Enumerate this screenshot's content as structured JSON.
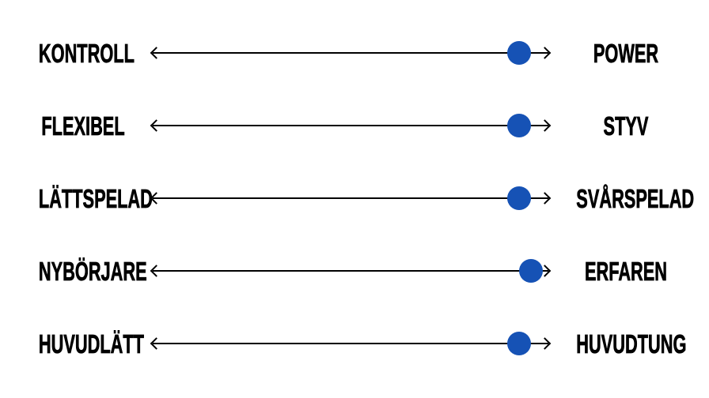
{
  "colors": {
    "background": "#ffffff",
    "text": "#000000",
    "line": "#000000",
    "dot_accent": "#1652b5"
  },
  "chart_data": {
    "type": "scatter",
    "title": "",
    "value_range": [
      0,
      100
    ],
    "scales": [
      {
        "left_label": "KONTROLL",
        "right_label": "POWER",
        "value": 92
      },
      {
        "left_label": "FLEXIBEL",
        "right_label": "STYV",
        "value": 92
      },
      {
        "left_label": "LÄTTSPELAD",
        "right_label": "SVÅRSPELAD",
        "value": 92
      },
      {
        "left_label": "NYBÖRJARE",
        "right_label": "ERFAREN",
        "value": 95
      },
      {
        "left_label": "HUVUDLÄTT",
        "right_label": "HUVUDTUNG",
        "value": 92
      }
    ]
  }
}
